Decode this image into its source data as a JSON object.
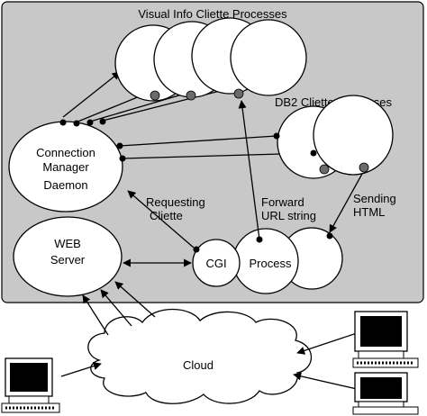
{
  "titles": {
    "visual_info": "Visual Info Cliette Processes",
    "db2": "DB2 Cliette Processes"
  },
  "nodes": {
    "connection_manager_line1": "Connection",
    "connection_manager_line2": "Manager",
    "connection_manager_line3": "Daemon",
    "web_server_line1": "WEB",
    "web_server_line2": "Server",
    "cgi": "CGI",
    "process": "Process",
    "cloud": "Cloud"
  },
  "edge_labels": {
    "requesting_line1": "Requesting",
    "requesting_line2": "Cliette",
    "forward_line1": "Forward",
    "forward_line2": "URL string",
    "sending_line1": "Sending",
    "sending_line2": "HTML"
  },
  "colors": {
    "panel": "#c8c8c8",
    "stroke": "#000000",
    "fill": "#ffffff",
    "grey_dot": "#6b6b6b"
  },
  "icons": [
    "computer-terminal-icon",
    "computer-terminal-icon",
    "computer-terminal-icon"
  ]
}
